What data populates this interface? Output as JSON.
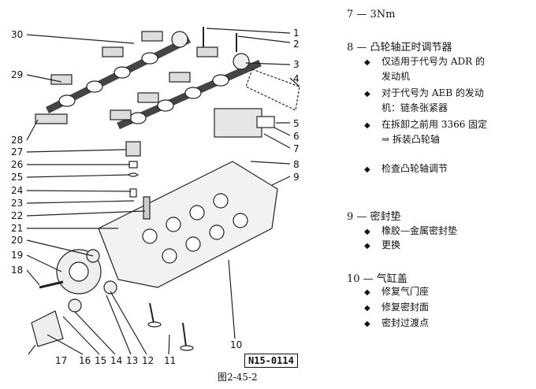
{
  "callouts_right": [
    "1",
    "2",
    "3",
    "4",
    "5",
    "6",
    "7",
    "8",
    "9"
  ],
  "callouts_left": [
    "30",
    "29",
    "28",
    "27",
    "26",
    "25",
    "24",
    "23",
    "22",
    "21",
    "20",
    "19",
    "18"
  ],
  "callouts_bottom": [
    "17",
    "16",
    "15",
    "14",
    "13",
    "12",
    "11",
    "10"
  ],
  "figure_code": "N15-0114",
  "caption": "图2-45-2",
  "legend": {
    "item7": "7 — 3Nm",
    "item8": {
      "title": "8 — 凸轮轴正时调节器",
      "bullets": [
        [
          "仅适用于代号为 ADR 的",
          "发动机"
        ],
        [
          "对于代号为 AEB 的发动",
          "机：链条张紧器"
        ],
        [
          "在拆卸之前用 3366 固定",
          "⇒ 拆装凸轮轴"
        ],
        [
          "检查凸轮轴调节"
        ]
      ]
    },
    "item9": {
      "title": "9 — 密封垫",
      "bullets": [
        [
          "橡胶—金属密封垫"
        ],
        [
          "更换"
        ]
      ]
    },
    "item10": {
      "title": "10 — 气缸盖",
      "bullets": [
        [
          "修复气门座"
        ],
        [
          "修复密封面"
        ],
        [
          "密封过渡点"
        ]
      ]
    }
  },
  "bullet_symbol": "◆"
}
